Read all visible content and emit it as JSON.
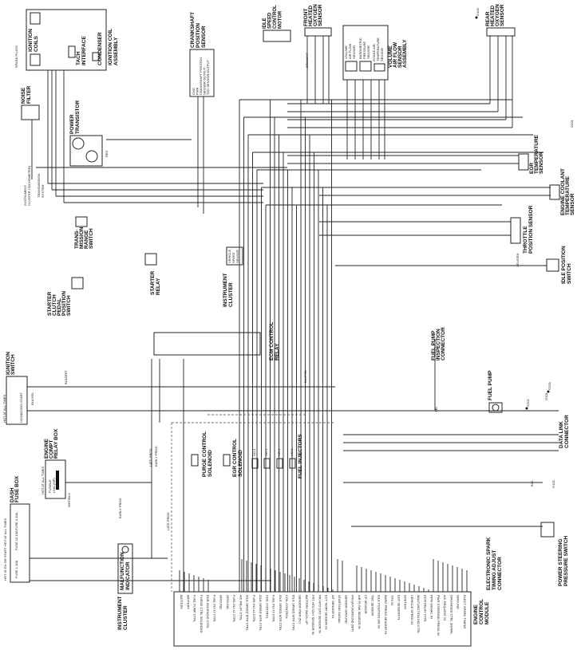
{
  "components": {
    "spark_plugs": [
      "SPARK PLUGS"
    ],
    "ignition_coils": [
      "IGNITION",
      "COILS"
    ],
    "tach_interface": [
      "TACH",
      "INTERFACE"
    ],
    "condenser": [
      "CONDENSER"
    ],
    "ignition_coil_assembly": [
      "IGNITION COIL",
      "ASSEMBLY"
    ],
    "noise_filter": [
      "NOISE",
      "FILTER"
    ],
    "power_transistor": [
      "POWER",
      "TRANSISTOR"
    ],
    "instrument_cluster_tach": [
      "INSTRUMENT",
      "CLUSTER (TACHOMETER)"
    ],
    "transmission_system": [
      "TRANSMISSION",
      "SYSTEM"
    ],
    "crankshaft_sensor": [
      "CRANKSHAFT",
      "POSITION",
      "SENSOR"
    ],
    "crankshaft_sensor_pins": [
      "GND",
      "PWR",
      "CRANKSHAFT POSITION",
      "SENSOR OUTPUT",
      "TDC SENSOR OUTPUT"
    ],
    "idle_speed_motor": [
      "IDLE",
      "SPEED",
      "CONTROL",
      "MOTOR"
    ],
    "front_o2": [
      "FRONT",
      "HEATED",
      "OXYGEN",
      "SENSOR"
    ],
    "vaf_sensor": [
      "VOLUME",
      "AIR FLOW",
      "SENSOR"
    ],
    "baro_sensor": [
      "BAROMETRIC",
      "PRESSURE",
      "SENSOR"
    ],
    "iat_sensor": [
      "INTAKE AIR",
      "TEMPERATURE",
      "SENSOR"
    ],
    "vaf_assembly": [
      "VOLUME",
      "AIR FLOW",
      "SENSOR",
      "ASSEMBLY"
    ],
    "rear_o2": [
      "REAR",
      "HEATED",
      "OXYGEN",
      "SENSOR"
    ],
    "egr_temp": [
      "EGR",
      "TEMPERATURE",
      "SENSOR"
    ],
    "ect_sensor": [
      "ENGINE COOLANT",
      "TEMPERATURE",
      "SENSOR"
    ],
    "tps": [
      "THROTTLE",
      "POSITION SENSOR"
    ],
    "idle_switch": [
      "IDLE POSITION",
      "SWITCH"
    ],
    "trans_range_switch": [
      "TRANS-",
      "MISSION",
      "RANGE",
      "SWITCH"
    ],
    "starter_relay": [
      "STARTER",
      "RELAY"
    ],
    "clutch_switch": [
      "STARTER",
      "CLUTCH",
      "PEDAL",
      "POSITION",
      "SWITCH"
    ],
    "vss": [
      "VEHICLE",
      "SPEED",
      "SENSOR"
    ],
    "instrument_cluster": [
      "INSTRUMENT",
      "CLUSTER"
    ],
    "ecm_relay": [
      "ECM CONTROL",
      "RELAY"
    ],
    "fuel_pump_inspection": [
      "FUEL PUMP",
      "INSPECTION",
      "CONNECTOR"
    ],
    "fuel_pump": [
      "FUEL PUMP"
    ],
    "data_link": [
      "DATA LINK",
      "CONNECTOR"
    ],
    "ps_switch": [
      "POWER STEERING",
      "PRESSURE SWITCH"
    ],
    "spark_timing": [
      "ELECTRONIC SPARK",
      "TIMING ADJUST",
      "CONNECTOR"
    ],
    "ecm": [
      "ENGINE",
      "CONTROL",
      "MODULE"
    ],
    "ignition_switch": [
      "IGNITION",
      "SWITCH"
    ],
    "ignition_switch_positions": [
      "LOCK",
      "ACC",
      "ON",
      "START",
      "HOT AT ALL TIMES"
    ],
    "engine_relay_box": [
      "ENGINE",
      "COMPT",
      "RELAY BOX"
    ],
    "fusible_link": [
      "FUSIBLE",
      "LINK (MP)",
      "HOT AT ALL TIMES"
    ],
    "dash_fuse_box": [
      "DASH",
      "FUSE BOX"
    ],
    "fuses": [
      "FUSE 1 10A",
      "FUSE 10 10A",
      "FUSE 4 10A",
      "HOT IN ON OR START",
      "HOT AT ALL TIMES"
    ],
    "mil": [
      "MALFUNCTION",
      "INDICATOR"
    ],
    "mil_cluster": [
      "INSTRUMENT",
      "CLUSTER"
    ],
    "purge_solenoid": [
      "PURGE CONTROL",
      "SOLENOID"
    ],
    "egr_solenoid": [
      "EGR CONTROL",
      "SOLENOID"
    ],
    "injectors": [
      "NO.3",
      "NO.1",
      "NO.4",
      "NO.2",
      "FUEL INJECTORS"
    ],
    "prod_labels": [
      "LATE PROD.",
      "EARLY PROD.",
      "LATE PROD.",
      "EARLY PROD."
    ],
    "grounds": [
      "G101",
      "G102",
      "G103",
      "G201",
      "G202",
      "G203"
    ]
  },
  "wire_colors": [
    "BLK/YEL",
    "BLK/WHT",
    "WHT/BLU",
    "YEL",
    "BLK",
    "RED",
    "GRN/WHT",
    "YEL/GRN",
    "BLU/YEL",
    "BRN/WHT"
  ],
  "ecm_pins": [
    "BATTERY",
    "BATTERY",
    "FUEL PUMP CTRL",
    "PURGE CTRL SOLENOID",
    "EGR SOLENOID CTRL",
    "FUEL INJ #2 CTRL",
    "GROUND",
    "GROUND",
    "FUEL INJ #1 CTRL",
    "A/C RELAY CTRL",
    "IDLE SPEED MTR CTRL",
    "FUEL INJ #4 CTRL",
    "IDLE SPEED MTR CTRL",
    "COIL CONTROL",
    "FUEL INJ #3 CTRL",
    "IDLE SPEED MTR CTRL",
    "COIL CONTROL",
    "IDLE SPEED MTR CTRL",
    "SENSOR PWR (5V)",
    "BATTERY BACK-UP",
    "FRT HTD OXY SENSOR IN",
    "RR HTD OXY SENSOR IN",
    "ECT TEMP SENSOR IN",
    "IAT SENSOR IN",
    "STARTING SIGNAL",
    "SENSOR GROUND",
    "P/N (A/T)/GROUND (M/T)",
    "AIR FLOW SENSOR IN",
    "CP SENSOR",
    "TDC SENSOR",
    "IDLE POSITION SW IN",
    "BARO PRESS SENSOR IN",
    "TPS IN",
    "EGT SENSOR IN",
    "IGNITION",
    "VEHICLE SPEED IN",
    "MALFUNCTION IND CTRL",
    "ECM RELAY CTRL",
    "RPM SIGNAL IN",
    "PWR STEERING PRESS IN",
    "A/C REQUEST IN",
    "DIAGNOSIS CTRL SIGNAL",
    "GROUND",
    "ELECT SPARK TIMING"
  ]
}
